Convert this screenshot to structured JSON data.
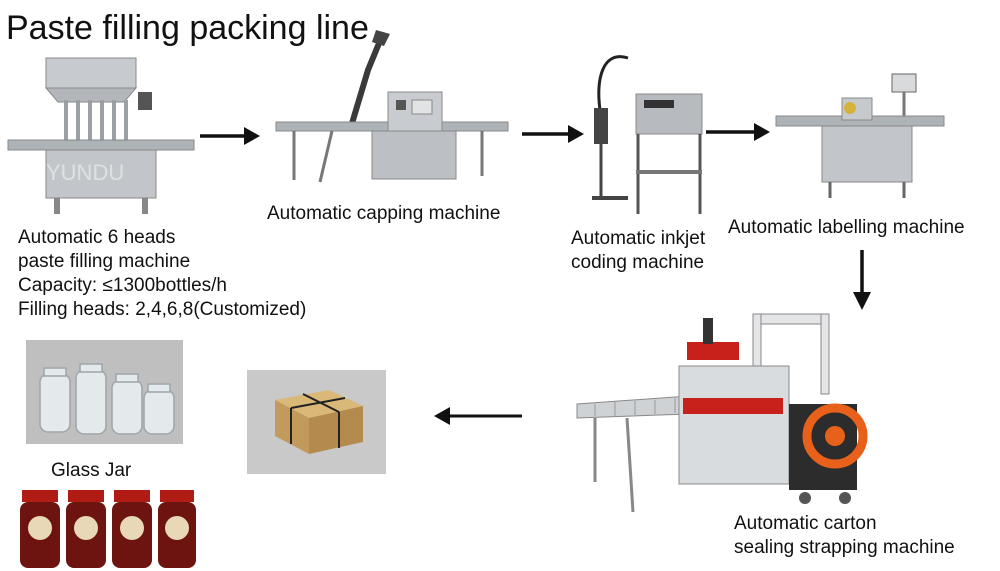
{
  "title": "Paste filling packing line",
  "steps": {
    "filling": {
      "lines": [
        "Automatic 6 heads",
        "paste filling machine",
        "Capacity: ≤1300bottles/h",
        "Filling heads: 2,4,6,8(Customized)"
      ]
    },
    "capping": {
      "label": "Automatic capping machine"
    },
    "inkjet": {
      "lines": [
        "Automatic inkjet",
        "coding machine"
      ]
    },
    "labelling": {
      "label": "Automatic labelling machine"
    },
    "carton": {
      "lines": [
        "Automatic carton",
        "sealing strapping machine"
      ]
    },
    "jar": {
      "label": "Glass Jar"
    }
  },
  "colors": {
    "steel": "#b9bdc2",
    "dark": "#2b2b2b",
    "accent_red": "#c8201a",
    "cardboard": "#c9a46a"
  },
  "icons": [
    "arrow-right-icon",
    "arrow-down-icon",
    "arrow-left-icon"
  ]
}
